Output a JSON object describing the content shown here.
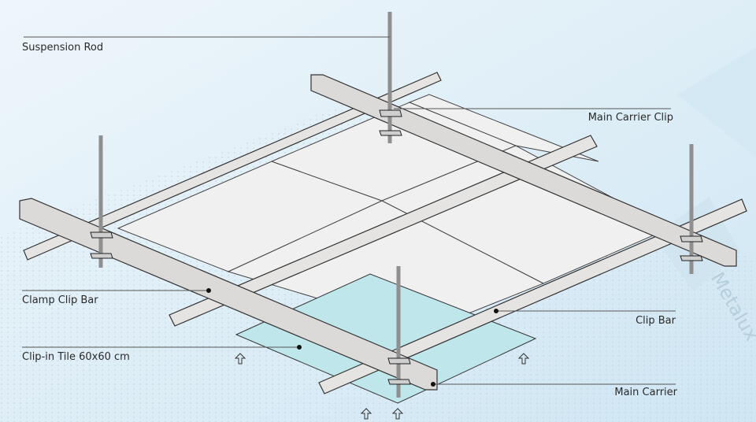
{
  "labels": {
    "suspension_rod": "Suspension Rod",
    "main_carrier_clip": "Main Carrier Clip",
    "clamp_clip_bar": "Clamp Clip Bar",
    "clip_bar": "Clip Bar",
    "clip_in_tile": "Clip-in Tile 60x60 cm",
    "main_carrier": "Main Carrier"
  },
  "watermark": "Metalux",
  "colors": {
    "background": "#e4f1f9",
    "tile": "#bfe6ea",
    "beam": "#e2e0df",
    "panel": "#efefef",
    "rod": "#9a9a9a"
  }
}
